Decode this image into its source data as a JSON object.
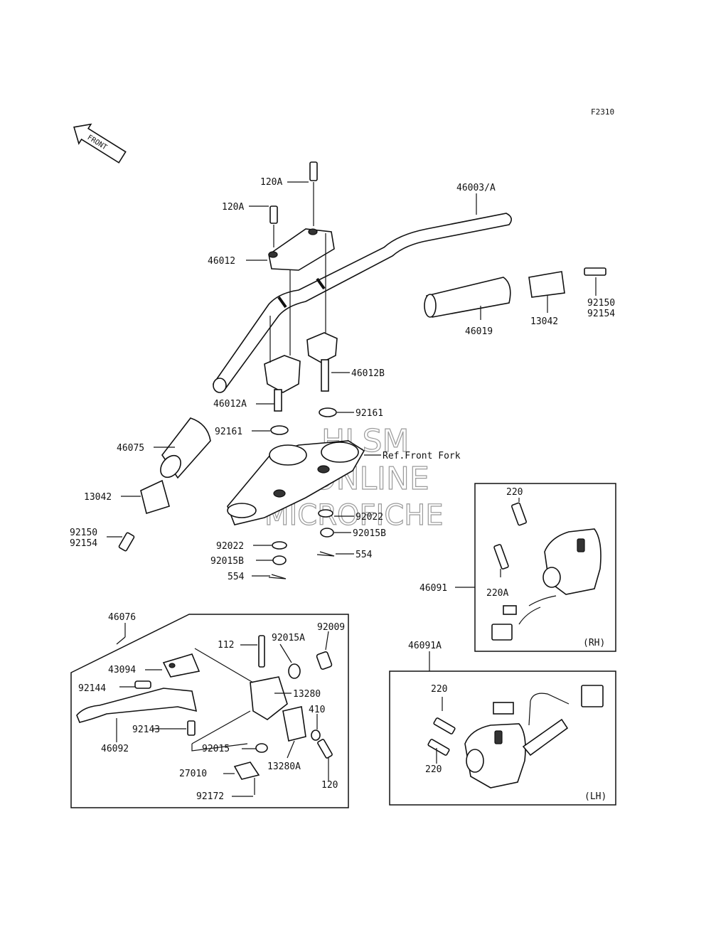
{
  "figure_code": "F2310",
  "front_arrow": "FRONT",
  "watermark": {
    "line1": "HLSM",
    "line2": "ONLINE",
    "line3": "MICROFICHE"
  },
  "ref_note": "Ref.Front Fork",
  "labels": {
    "p46003A": "46003/A",
    "p120A_1": "120A",
    "p120A_2": "120A",
    "p46012": "46012",
    "p46019": "46019",
    "p13042_r": "13042",
    "p92150_r": "92150",
    "p92154_r": "92154",
    "p46012B": "46012B",
    "p46012A": "46012A",
    "p92161_r": "92161",
    "p92161_l": "92161",
    "p46075": "46075",
    "p13042_l": "13042",
    "p92150_l": "92150",
    "p92154_l": "92154",
    "p92022_r": "92022",
    "p92015B_r": "92015B",
    "p554_r": "554",
    "p92022_l": "92022",
    "p92015B_l": "92015B",
    "p554_l": "554",
    "p46076": "46076",
    "p112": "112",
    "p92015A": "92015A",
    "p92009": "92009",
    "p43094": "43094",
    "p13280": "13280",
    "p92144": "92144",
    "p410": "410",
    "p92143": "92143",
    "p46092": "46092",
    "p92015": "92015",
    "p13280A": "13280A",
    "p120": "120",
    "p27010": "27010",
    "p92172": "92172",
    "p46091": "46091",
    "p220_rh": "220",
    "p220A": "220A",
    "rh": "(RH)",
    "p46091A": "46091A",
    "p220_lh1": "220",
    "p220_lh2": "220",
    "lh": "(LH)"
  }
}
